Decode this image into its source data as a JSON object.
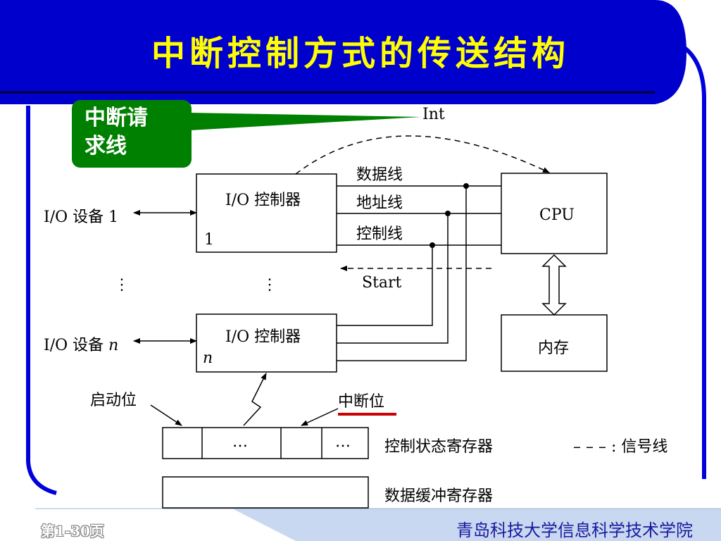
{
  "slide": {
    "title": "中断控制方式的传送结构",
    "callout_line1": "中断请",
    "callout_line2": "求线"
  },
  "diagram": {
    "int_label": "Int",
    "controller_label": "I/O 控制器",
    "controller1_index": "1",
    "controllern_index": "n",
    "io_device_1": "I/O 设备 1",
    "io_device_n_prefix": "I/O 设备 ",
    "io_device_n_var": "n",
    "data_bus": "数据线",
    "address_bus": "地址线",
    "control_bus": "控制线",
    "cpu": "CPU",
    "memory": "内存",
    "start_label": "Start",
    "vdots": "⋮",
    "start_bit": "启动位",
    "interrupt_bit": "中断位",
    "ellipsis": "…",
    "control_status_register": "控制状态寄存器",
    "data_buffer_register": "数据缓冲寄存器",
    "legend": "– – – : 信号线"
  },
  "footer": {
    "page": "第1-30页",
    "institution": "青岛科技大学信息科学技术学院"
  },
  "colors": {
    "title_bg": "#0000cc",
    "title_text": "#ffff00",
    "frame": "#0000dd",
    "callout_bg": "#008000",
    "underline": "#cc0000",
    "footer_text": "#1a1aa0",
    "footer_band": "#c8d8f0"
  }
}
